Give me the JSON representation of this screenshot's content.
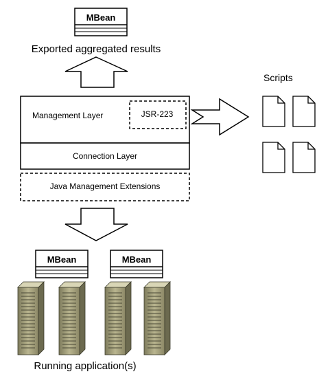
{
  "mbean_label": "MBean",
  "exported_results": "Exported aggregated results",
  "management_layer": "Management Layer",
  "jsr": "JSR-223",
  "connection_layer": "Connection Layer",
  "jmx": "Java Management Extensions",
  "scripts": "Scripts",
  "running_apps": "Running application(s)"
}
